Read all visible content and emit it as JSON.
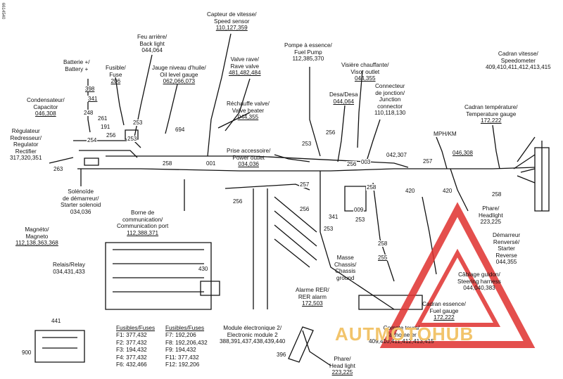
{
  "doc_id": "6614540",
  "watermark": {
    "text_a": "AUT",
    "text_b": "MOTOHUB",
    "color_red": "#e0312f",
    "color_gold": "#f2c46b"
  },
  "labels": {
    "speed_sensor": {
      "fr": "Capteur de vitesse/",
      "en": "Speed sensor",
      "ref": "110,127,359"
    },
    "back_light": {
      "fr": "Feu arrière/",
      "en": "Back light",
      "ref": "044,064"
    },
    "battery": {
      "fr": "Batterie +/",
      "en": "Battery +"
    },
    "fuse": {
      "fr": "Fusible/",
      "en": "Fuse",
      "ref": "206"
    },
    "oil_gauge": {
      "fr": "Jauge niveau d'huile/",
      "en": "Oil level gauge",
      "ref": "062,066,073"
    },
    "rave_valve": {
      "fr": "Valve rave/",
      "en": "Rave valve",
      "ref": "481,482,484"
    },
    "fuel_pump": {
      "fr": "Pompe à essence/",
      "en": "Fuel Pump",
      "ref": "112,385,370"
    },
    "visor_outlet": {
      "fr": "Visière chauffante/",
      "en": "Visor outlet",
      "ref": "044,355"
    },
    "speedometer": {
      "fr": "Cadran vitesse/",
      "en": "Speedometer",
      "ref": "409,410,411,412,413,415"
    },
    "capacitor": {
      "fr": "Condensateur/",
      "en": "Capacitor",
      "ref": "046,308"
    },
    "valve_heater": {
      "fr": "Réchauffe valve/",
      "en": "Valve heater",
      "ref": "044,355"
    },
    "desa": {
      "fr": "Desa/Desa",
      "ref": "044,064"
    },
    "junction": {
      "fr": "Connecteur",
      "fr2": "de jonction/",
      "en": "Junction",
      "en2": "connector",
      "ref": "110,118,130"
    },
    "temp_gauge": {
      "fr": "Cadran température/",
      "en": "Temperature gauge",
      "ref": "172,222"
    },
    "regulator": {
      "fr": "Régulateur",
      "fr2": "Redresseur/",
      "en": "Regulator",
      "en2": "Rectifier",
      "ref": "317,320,351"
    },
    "mph_km": {
      "text": "MPH/KM"
    },
    "power_outlet": {
      "fr": "Prise accessoire/",
      "en": "Power outlet",
      "ref": "034,036"
    },
    "solenoid": {
      "fr": "Solénoïde",
      "fr2": "de démarreur/",
      "en": "Starter solenoid",
      "ref": "034,036"
    },
    "comm_port": {
      "fr": "Borne de",
      "fr2": "communication/",
      "en": "Communication port",
      "ref": "112,388,371"
    },
    "magneto": {
      "fr": "Magnéto/",
      "en": "Magneto",
      "ref": "112,138,363,368"
    },
    "relay": {
      "fr": "Relais/Relay",
      "ref": "034,431,433"
    },
    "headlight_r": {
      "fr": "Phare/",
      "en": "Headlight",
      "ref": "223,225"
    },
    "starter_reverse": {
      "fr": "Démarreur",
      "fr2": "Renversé/",
      "en": "Starter",
      "en2": "Reverse",
      "ref": "044,355"
    },
    "chassis_ground": {
      "fr": "Masse",
      "fr2": "Chassis/",
      "en": "Chassis",
      "en2": "ground"
    },
    "steering_harness": {
      "fr": "Câblage guidon/",
      "en": "Steering harness",
      "ref": "044,040,383"
    },
    "rer_alarm": {
      "fr": "Alarme RER/",
      "en": "RER alarm",
      "ref": "172,503"
    },
    "fuel_gauge": {
      "fr": "Cadran essence/",
      "en": "Fuel gauge",
      "ref": "172,222"
    },
    "tachometer": {
      "fr": "Compte tours/",
      "en": "Tachometer",
      "ref": "409,410,411,412,413,415"
    },
    "ecm2": {
      "fr": "Module électronique 2/",
      "en": "Electronic module 2",
      "ref": "388,391,437,438,439,440"
    },
    "headlight_b": {
      "fr": "Phare/",
      "en": "Head light",
      "ref": "223,225"
    }
  },
  "fuses": {
    "header": "Fusibles/Fuses",
    "col1": [
      "F1: 377,432",
      "F2: 377,432",
      "F3: 194,432",
      "F4: 377,432",
      "F6: 432,466"
    ],
    "col2": [
      "F7: 192,206",
      "F8: 192,206,432",
      "F9: 194,432",
      "F11: 377,432",
      "F12: 192,206"
    ]
  },
  "wire_numbers": {
    "n398": "398",
    "n341a": "341",
    "n248": "248",
    "n261": "261",
    "n191": "191",
    "n254": "254",
    "n256a": "256",
    "n253a": "253",
    "n253b": "253",
    "n694": "694",
    "n263": "263",
    "n258a": "258",
    "n001": "001",
    "n253c": "253",
    "n256b": "256",
    "n256c": "256",
    "n003": "003",
    "n042": "042,307",
    "n046": "046,308",
    "n257a": "257",
    "n420a": "420",
    "n420b": "420",
    "n258b": "258",
    "n257b": "257",
    "n256d": "256",
    "n258c": "258",
    "n256e": "256",
    "n341b": "341",
    "n009": "009",
    "n253d": "253",
    "n253e": "253",
    "n258d": "258",
    "n255": "255",
    "n430": "430",
    "n441": "441",
    "n900": "900",
    "n396": "396"
  }
}
